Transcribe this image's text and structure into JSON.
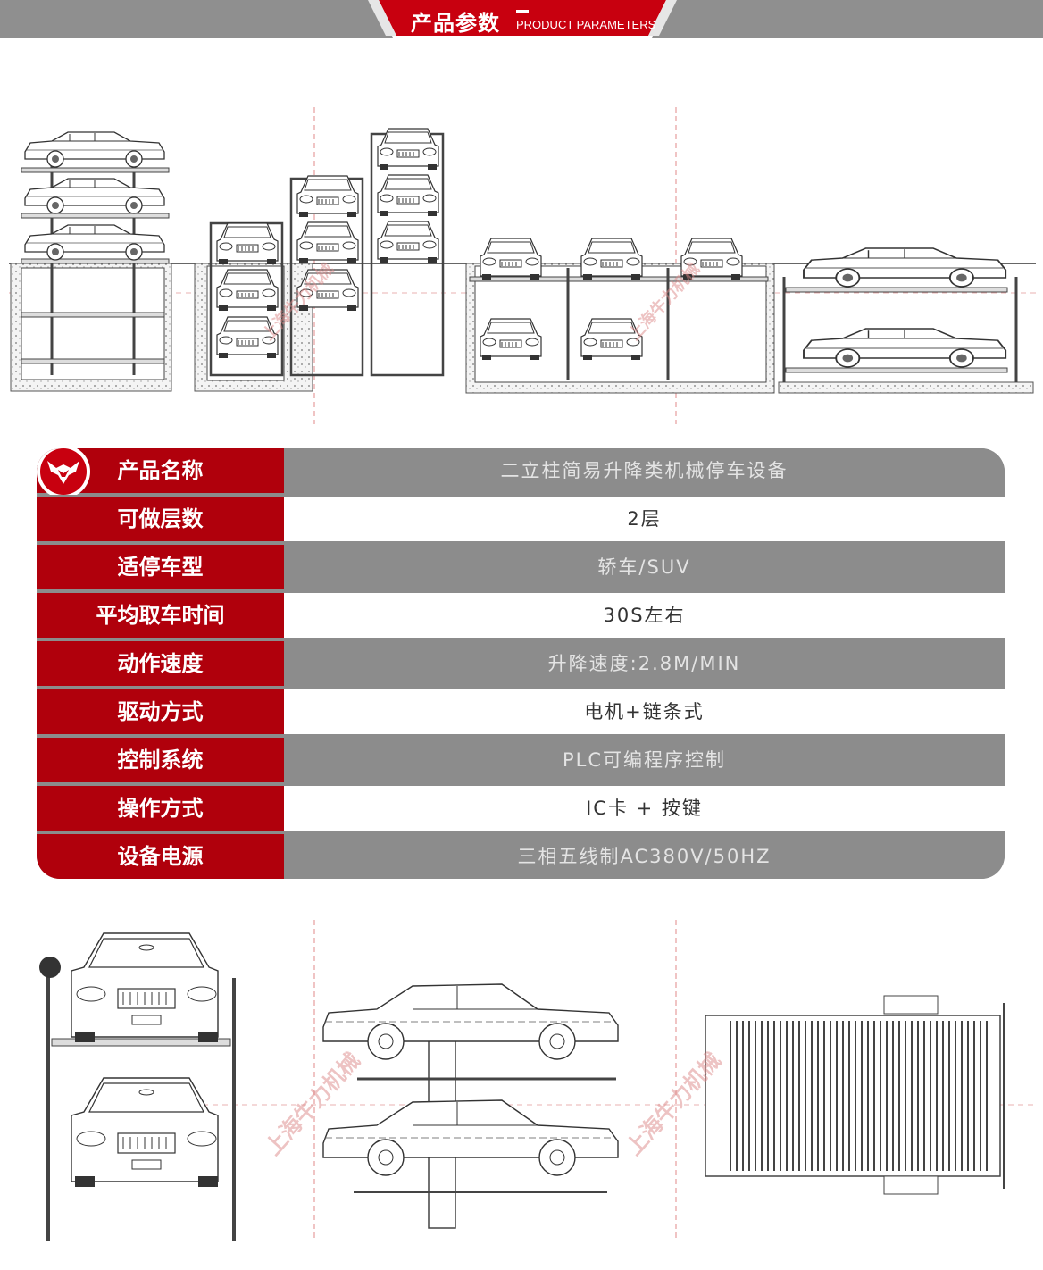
{
  "header": {
    "title": "产品参数",
    "subtitle": "PRODUCT PARAMETERS",
    "colors": {
      "bar": "#8f8f8f",
      "accent": "#c8000f"
    }
  },
  "watermark": "上海牛力机械",
  "logo_icon": "bull-head-icon",
  "params": [
    {
      "label": "产品名称",
      "value": "二立柱简易升降类机械停车设备"
    },
    {
      "label": "可做层数",
      "value": "2层"
    },
    {
      "label": "适停车型",
      "value": "轿车/SUV"
    },
    {
      "label": "平均取车时间",
      "value": "30S左右"
    },
    {
      "label": "动作速度",
      "value": "升降速度:2.8M/MIN"
    },
    {
      "label": "驱动方式",
      "value": "电机+链条式"
    },
    {
      "label": "控制系统",
      "value": "PLC可编程序控制"
    },
    {
      "label": "操作方式",
      "value": "IC卡 + 按键"
    },
    {
      "label": "设备电源",
      "value": "三相五线制AC380V/50HZ"
    }
  ],
  "table_colors": {
    "label_bg": "#b0000c",
    "grey_row": "#8c8c8c",
    "white_row": "#ffffff"
  }
}
